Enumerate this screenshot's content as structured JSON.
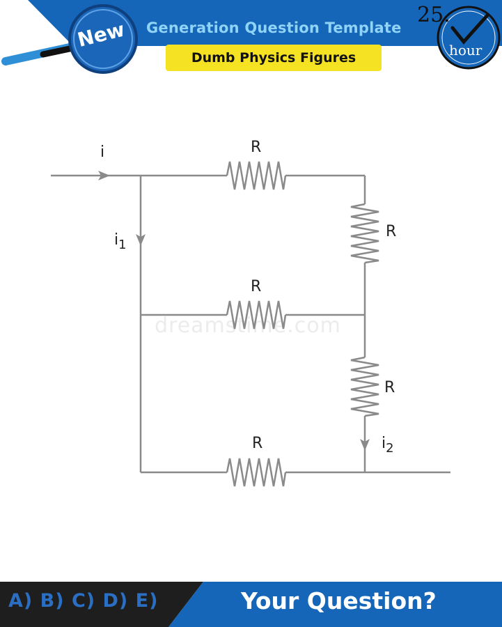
{
  "header": {
    "badge": "New",
    "title": "Generation Question Template",
    "subtitle": "Dumb Physics Figures",
    "clock_number": "25.",
    "clock_unit": "hour"
  },
  "circuit": {
    "current_in": "i",
    "current_1_base": "i",
    "current_1_sub": "1",
    "current_2_base": "i",
    "current_2_sub": "2",
    "resistor_top": "R",
    "resistor_right_upper": "R",
    "resistor_middle": "R",
    "resistor_right_lower": "R",
    "resistor_bottom": "R"
  },
  "watermark": "dreamstime.com",
  "footer": {
    "choices": "A) B) C) D) E)",
    "question": "Your Question?"
  },
  "colors": {
    "banner_blue": "#1565b8",
    "title_light_blue": "#8fd3f6",
    "subtitle_yellow": "#f5e323",
    "footer_dark": "#1e1e1e",
    "wire_gray": "#8a8a8a"
  }
}
